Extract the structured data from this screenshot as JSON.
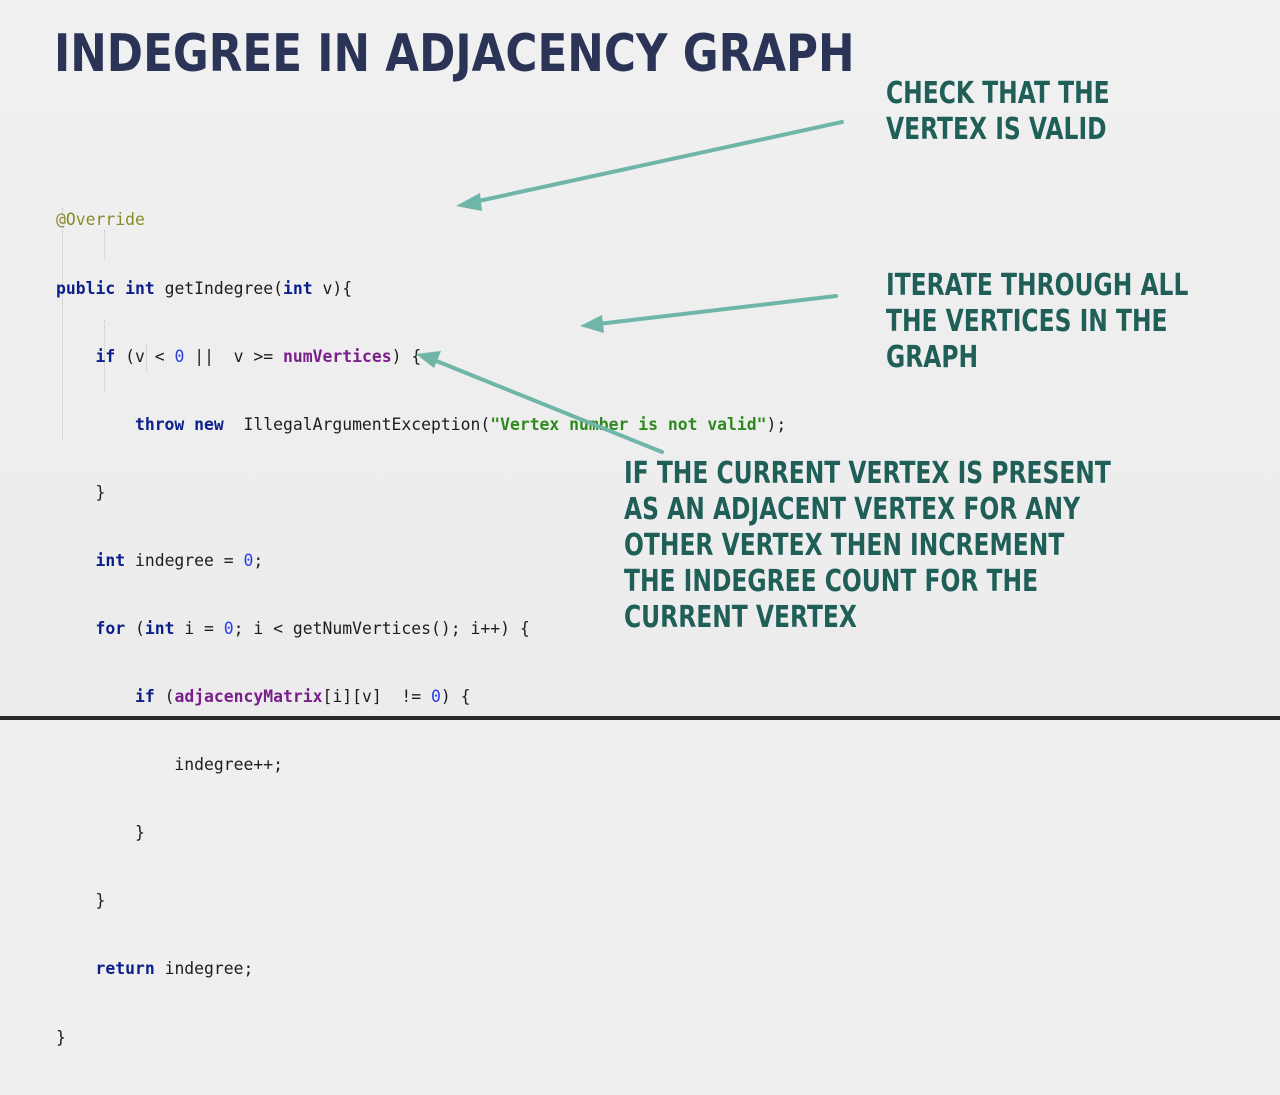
{
  "slide": {
    "title": "INDEGREE IN ADJACENCY GRAPH",
    "accent_color": "#6fb5a8",
    "title_color": "#2b3456",
    "callout_color": "#1f5f57"
  },
  "code": {
    "line1": {
      "annotation": "@Override"
    },
    "line2": {
      "kw1": "public",
      "kw2": "int",
      "name": " getIndegree(",
      "kw3": "int",
      "rest": " v){"
    },
    "line3": {
      "kw1": "if",
      "p1": " (v < ",
      "n1": "0",
      "p2": " ||  v >= ",
      "field": "numVertices",
      "p3": ") {"
    },
    "line4": {
      "kw1": "throw",
      "kw2": "new",
      "p1": "  IllegalArgumentException(",
      "str": "\"Vertex number is not valid\"",
      "p2": ");"
    },
    "line5": {
      "text": "}"
    },
    "line6": {
      "kw1": "int",
      "p1": " indegree = ",
      "n1": "0",
      "p2": ";"
    },
    "line7": {
      "kw1": "for",
      "p1": " (",
      "kw2": "int",
      "p2": " i = ",
      "n1": "0",
      "p3": "; i < getNumVertices(); i++) {"
    },
    "line8": {
      "kw1": "if",
      "p1": " (",
      "field": "adjacencyMatrix",
      "p2": "[i][v]  != ",
      "n1": "0",
      "p3": ") {"
    },
    "line9": {
      "text": "indegree++;"
    },
    "line10": {
      "text": "}"
    },
    "line11": {
      "text": "}"
    },
    "line12": {
      "kw1": "return",
      "p1": " indegree;"
    },
    "line13": {
      "text": "}"
    }
  },
  "callouts": {
    "check": {
      "lines": [
        "CHECK THAT THE",
        "VERTEX IS VALID"
      ]
    },
    "iterate": {
      "lines": [
        "ITERATE THROUGH ALL",
        "THE VERTICES IN THE",
        "GRAPH"
      ]
    },
    "increment": {
      "lines": [
        "IF THE CURRENT VERTEX IS PRESENT",
        "AS AN ADJACENT VERTEX FOR ANY",
        "OTHER VERTEX THEN INCREMENT",
        "THE INDEGREE COUNT FOR THE",
        "CURRENT VERTEX"
      ]
    }
  },
  "icons": {
    "arrow": "arrow-icon"
  }
}
